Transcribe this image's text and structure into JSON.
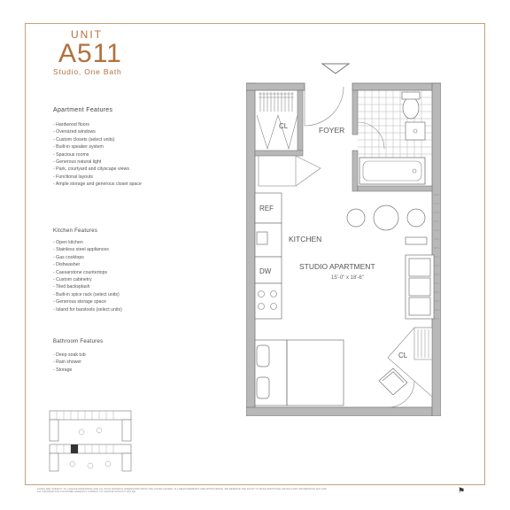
{
  "unit": {
    "label": "UNIT",
    "number": "A511",
    "subtitle": "Studio, One Bath"
  },
  "apartment_features": {
    "title": "Apartment Features",
    "items": [
      "Hardwood floors",
      "Oversized windows",
      "Custom closets (select units)",
      "Built-in speaker system",
      "Spacious rooms",
      "Generous natural light",
      "Park, courtyard and cityscape views",
      "Functional layouts",
      "Ample storage and generous closet space"
    ]
  },
  "kitchen_features": {
    "title": "Kitchen Features",
    "items": [
      "Open kitchen",
      "Stainless steel appliances",
      "Gas cooktops",
      "Dishwasher",
      "Caesarstone countertops",
      "Custom cabinetry",
      "Tiled backsplash",
      "Built-in spice rack (select units)",
      "Generous storage space",
      "Island for barstools (select units)"
    ]
  },
  "bathroom_features": {
    "title": "Bathroom Features",
    "items": [
      "Deep soak tub",
      "Rain shower",
      "Storage"
    ]
  },
  "floorplan": {
    "cl_top": "CL",
    "foyer": "FOYER",
    "ref": "REF",
    "kitchen": "KITCHEN",
    "dw": "DW",
    "studio": "STUDIO APARTMENT",
    "dimensions": "15'-0\" x 18'-6\"",
    "cl_bottom": "CL"
  },
  "disclaimer": "DATES ARE SUBJECT TO CHANGE DEPENDING AND ALL SUCH MATERIAL DIMENSIONS FROM THE LISTED LEASED. ALL MEASUREMENTS ARE APPROXIMATE. WE RESERVE THE RIGHT TO MAKE ADDITIONAL DETAILS AND INFORMATION ANY AND ALL INFORMATION CONTAINED HEREIN IS SUBJECT TO CHANGE WITHOUT NOTICE",
  "colors": {
    "accent": "#b3703c",
    "border": "#c9a07a",
    "wall": "#8a8a8a",
    "wall_fill": "#b8b8b8"
  },
  "icons": {
    "logo": "equal-housing-opportunity-icon",
    "entry": "entry-arrow-icon"
  }
}
